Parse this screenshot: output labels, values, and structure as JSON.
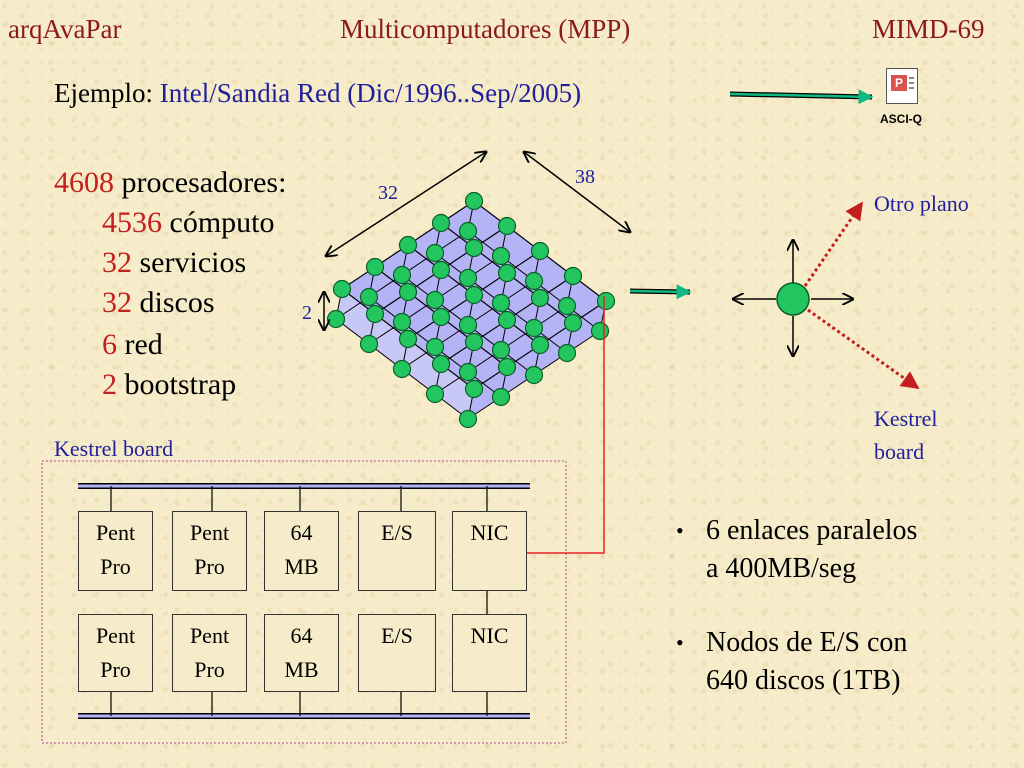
{
  "header": {
    "left": "arqAvaPar",
    "center": "Multicomputadores (MPP)",
    "right": "MIMD-69"
  },
  "example": {
    "prefix": "Ejemplo:",
    "value": "Intel/Sandia Red (Dic/1996..Sep/2005)",
    "icon_label": "ASCI-Q"
  },
  "processors": {
    "count": "4608",
    "label": "procesadores:",
    "items": [
      {
        "count": "4536",
        "label": "cómputo"
      },
      {
        "count": "32",
        "label": "servicios"
      },
      {
        "count": "32",
        "label": "discos"
      },
      {
        "count": "6",
        "label": "red"
      },
      {
        "count": "2",
        "label": "bootstrap"
      }
    ]
  },
  "mesh": {
    "dim_x": "32",
    "dim_y": "38",
    "dim_z": "2"
  },
  "node_view": {
    "other_plane": "Otro plano",
    "kestrel": "Kestrel board"
  },
  "board": {
    "title": "Kestrel board",
    "top_row": [
      "Pent Pro",
      "Pent Pro",
      "64 MB",
      "E/S",
      "NIC"
    ],
    "bottom_row": [
      "Pent Pro",
      "Pent Pro",
      "64 MB",
      "E/S",
      "NIC"
    ]
  },
  "bullets": [
    {
      "line1": "6 enlaces paralelos",
      "line2": "a 400MB/seg"
    },
    {
      "line1": "Nodos de E/S con",
      "line2": "640 discos (1TB)"
    }
  ],
  "colors": {
    "header": "#8b1a1a",
    "blue": "#1f1f9c",
    "red": "#c41e1e",
    "node": "#22c55e",
    "mesh_fill": "#b3b3f5",
    "arrow": "#10b981"
  }
}
